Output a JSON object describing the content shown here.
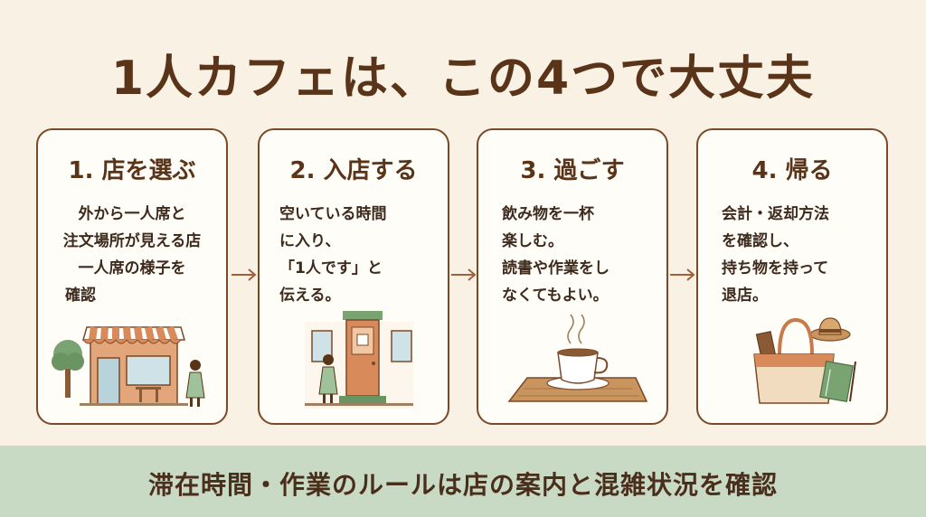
{
  "title": "1人カフェは、この4つで大丈夫",
  "steps": [
    {
      "title": "1. 店を選ぶ",
      "lines": [
        "外から一人席と",
        "注文場所が見える店",
        "一人席の様子を",
        "確認"
      ]
    },
    {
      "title": "2. 入店する",
      "lines": [
        "空いている時間",
        "に入り、",
        "「1人です」と",
        "伝える。"
      ]
    },
    {
      "title": "3. 過ごす",
      "lines": [
        "飲み物を一杯",
        "楽しむ。",
        "読書や作業をし",
        "なくてもよい。"
      ]
    },
    {
      "title": "4. 帰る",
      "lines": [
        "会計・返却方法",
        "を確認し、",
        "持ち物を持って",
        "退店。"
      ]
    }
  ],
  "footer": "滞在時間・作業のルールは店の案内と混雑状況を確認",
  "colors": {
    "background": "#f8f1e4",
    "title": "#5a3418",
    "card_border": "#7a4a28",
    "footer_band": "#c9dac4",
    "accent_green": "#7aa372",
    "accent_orange": "#d98a5a"
  },
  "icons": [
    "cafe-storefront-icon",
    "cafe-door-icon",
    "coffee-cup-icon",
    "tote-bag-icon"
  ]
}
